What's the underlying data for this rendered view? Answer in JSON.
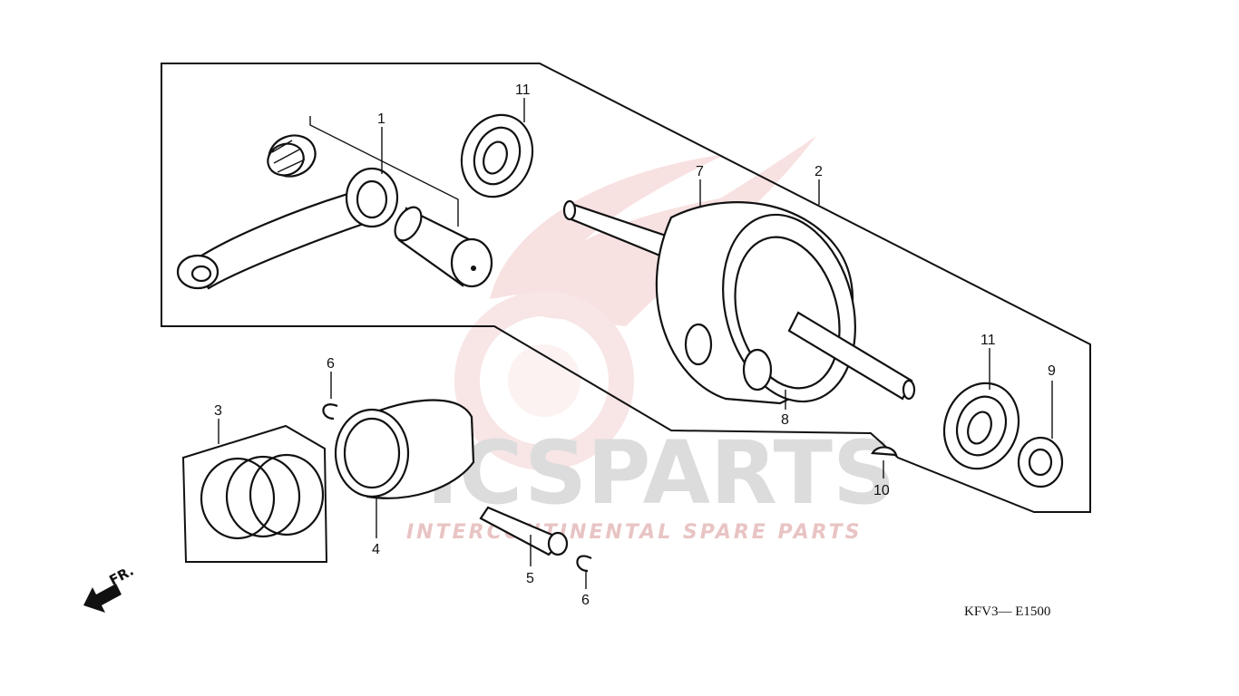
{
  "diagram": {
    "code": "KFV3— E1500",
    "front_label": "FR.",
    "watermark": {
      "brand_text": "ICSPARTS",
      "tagline": "INTERCONTINENTAL SPARE PARTS",
      "colors": {
        "logo": "#f3d6d6",
        "text": "#dcdcdc",
        "tagline": "#e9c4c4"
      }
    },
    "callouts": {
      "p1": "1",
      "p2": "2",
      "p3": "3",
      "p4": "4",
      "p5": "5",
      "p6a": "6",
      "p6b": "6",
      "p7": "7",
      "p8": "8",
      "p9": "9",
      "p10": "10",
      "p11a": "11",
      "p11b": "11"
    }
  }
}
